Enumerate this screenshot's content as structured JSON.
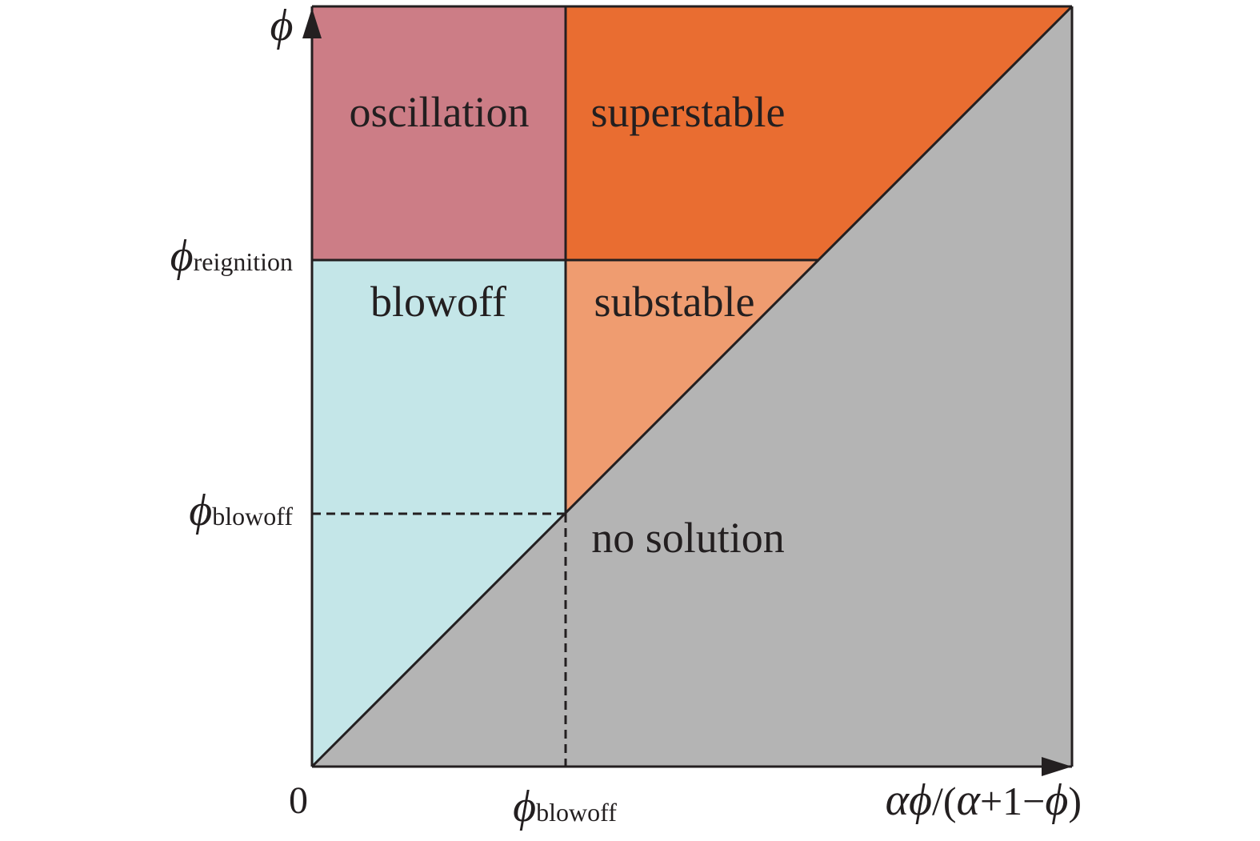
{
  "diagram": {
    "regions": [
      {
        "id": "oscillation",
        "label": "oscillation",
        "color": "#cc7d86"
      },
      {
        "id": "superstable",
        "label": "superstable",
        "color": "#e96d31"
      },
      {
        "id": "blowoff",
        "label": "blowoff",
        "color": "#c4e6e8"
      },
      {
        "id": "substable",
        "label": "substable",
        "color": "#ef9c70"
      },
      {
        "id": "no-solution",
        "label": "no solution",
        "color": "#b4b4b4"
      }
    ],
    "y_axis": {
      "symbol": "ϕ",
      "ticks": [
        {
          "symbol": "ϕ",
          "subscript": "reignition"
        },
        {
          "symbol": "ϕ",
          "subscript": "blowoff"
        }
      ]
    },
    "x_axis": {
      "origin": "0",
      "tick": {
        "symbol": "ϕ",
        "subscript": "blowoff"
      },
      "title": {
        "alpha": "α",
        "phi": "ϕ",
        "rest": "/(",
        "alpha2": "α",
        "mid": "+1−",
        "phi2": "ϕ",
        "close": ")"
      }
    },
    "line_color": "#231f20"
  }
}
